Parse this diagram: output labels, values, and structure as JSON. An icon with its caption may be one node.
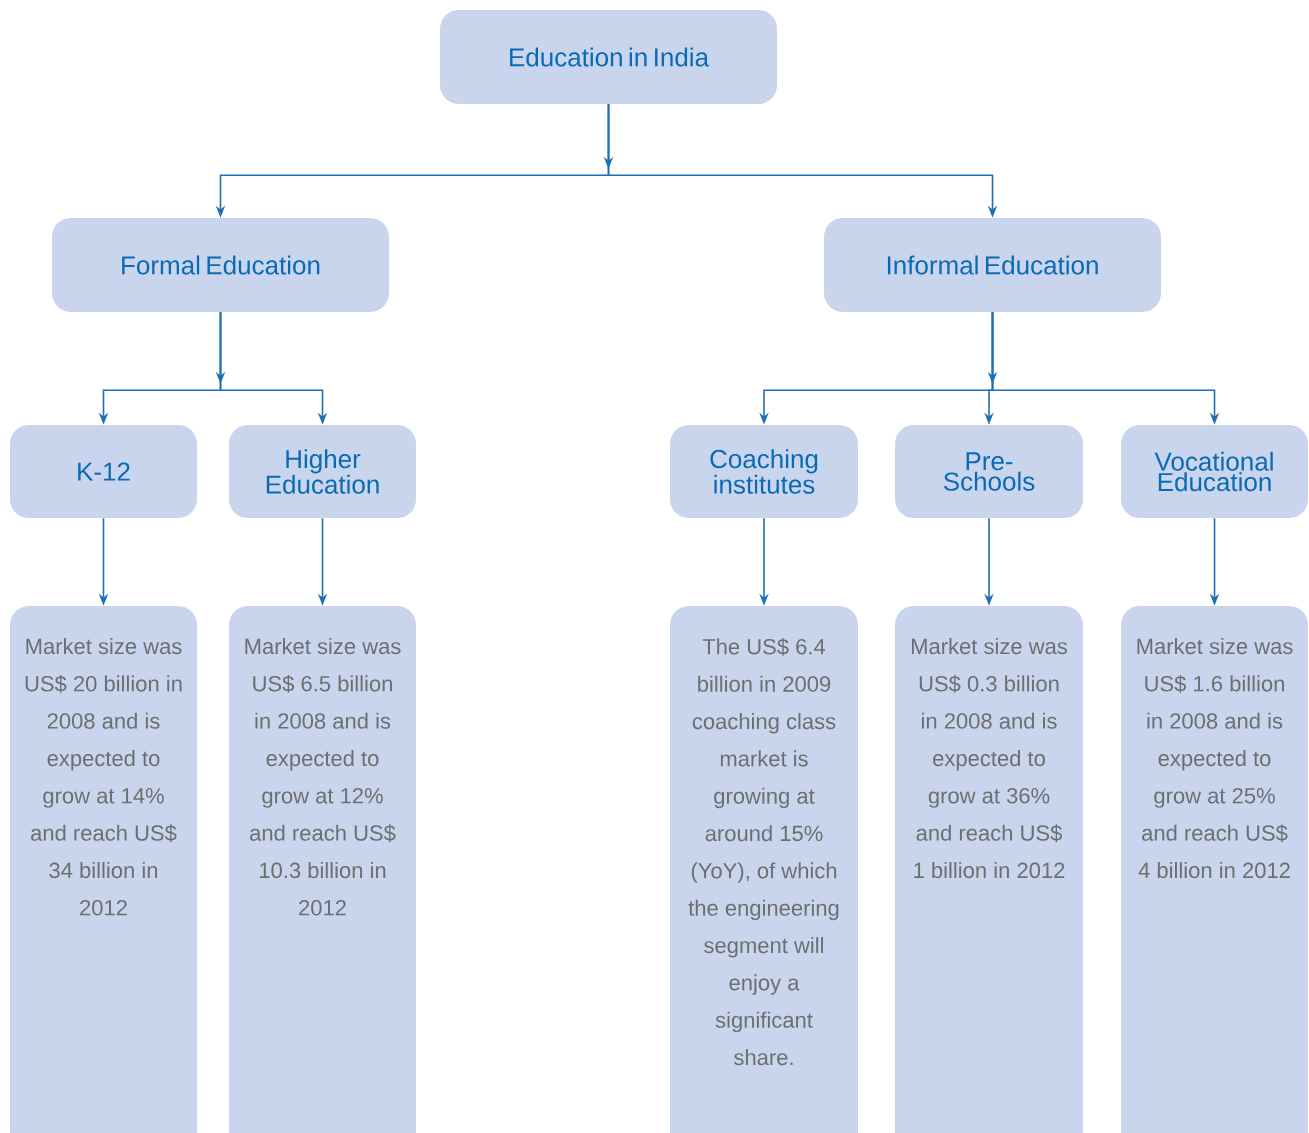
{
  "diagram": {
    "nodes": [
      {
        "text": [
          "Education in India"
        ]
      },
      {
        "text": [
          "Formal Education"
        ]
      },
      {
        "text": [
          "Informal Education"
        ]
      },
      {
        "text": [
          "K-12"
        ]
      },
      {
        "text": [
          "Higher Education"
        ]
      },
      {
        "text": [
          "Coaching institutes"
        ]
      },
      {
        "text": [
          "Pre-Schools"
        ]
      },
      {
        "text": [
          "Vocational Education"
        ]
      },
      {
        "text": [
          "Market size was US$ 20 billion in 2008 and is expected to grow at 14% and reach US$ 34 billion in 2012"
        ]
      },
      {
        "text": [
          "Market size was US$ 6.5 billion in 2008 and is expected to grow at 12% and reach US$ 10.3 billion in 2012"
        ]
      },
      {
        "text": [
          "The US$ 6.4 billion in 2009 coaching class market is growing at around 15% (YoY), of which the engineering segment will enjoy a significant share."
        ]
      },
      {
        "text": [
          "Market size was US$ 0.3 billion in 2008 and is expected to grow at 36% and reach US$ 1 billion in 2012"
        ]
      },
      {
        "text": [
          "Market size was US$ 1.6 billion in 2008 and is expected to grow at 25% and reach US$ 4 billion in 2012"
        ]
      }
    ],
    "edges": [
      {
        "from": 0,
        "to": 1,
        "arrow": "to"
      },
      {
        "from": 0,
        "to": 2,
        "arrow": "to"
      },
      {
        "from": 1,
        "to": 3,
        "arrow": "to"
      },
      {
        "from": 1,
        "to": 4,
        "arrow": "to"
      },
      {
        "from": 2,
        "to": 5,
        "arrow": "to"
      },
      {
        "from": 2,
        "to": 6,
        "arrow": "to"
      },
      {
        "from": 2,
        "to": 7,
        "arrow": "to"
      },
      {
        "from": 3,
        "to": 8,
        "arrow": "to"
      },
      {
        "from": 4,
        "to": 9,
        "arrow": "to"
      },
      {
        "from": 5,
        "to": 10,
        "arrow": "to"
      },
      {
        "from": 6,
        "to": 11,
        "arrow": "to"
      },
      {
        "from": 7,
        "to": 12,
        "arrow": "to"
      }
    ]
  }
}
